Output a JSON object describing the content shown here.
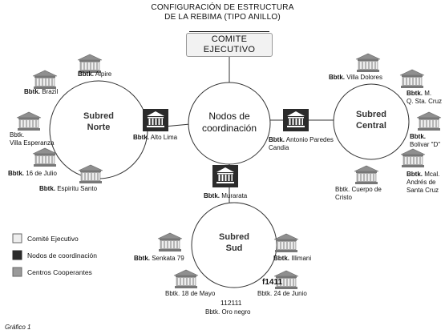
{
  "title": {
    "line1": "CONFIGURACIÓN DE ESTRUCTURA",
    "line2": "DE LA REBIMA (TIPO ANILLO)"
  },
  "comite": {
    "line1": "COMITE",
    "line2": "EJECUTIVO"
  },
  "circles": {
    "norte": {
      "line1": "Subred",
      "line2": "Norte"
    },
    "centro": {
      "line1": "Nodos de",
      "line2": "coordinación"
    },
    "central": {
      "line1": "Subred",
      "line2": "Central"
    },
    "sud": {
      "line1": "Subred",
      "line2": "Sud"
    }
  },
  "labels": {
    "alpire": {
      "prefix": "Bbtk.",
      "name": " Alpire"
    },
    "brazil": {
      "prefix": "Bbtk.",
      "name": " Brazil"
    },
    "esperanza": {
      "line1": "Bbtk.",
      "line2": "Villa Esperanza"
    },
    "julio16": {
      "prefix": "Bbtk.",
      "name": " 16 de Julio"
    },
    "espiritu": {
      "prefix": "Bbtk.",
      "name": " Espiritu Santo"
    },
    "altolima": {
      "prefix": "Bbtk.",
      "name": " Alto Lima"
    },
    "paredes": {
      "prefix": "Bbtk.",
      "name": " Antonio Paredes",
      "line2": "Candia"
    },
    "dolores": {
      "prefix": "Bbtk.",
      "name": " Villa Dolores"
    },
    "mqsta": {
      "prefix": "Bbtk.",
      "name": " M.",
      "line2": "Q. Sta. Cruz"
    },
    "bolivar": {
      "prefix": "Bbtk.",
      "line2": "Bolivar \"D\""
    },
    "mcal": {
      "prefix": "Bbtk.",
      "name": " Mcal.",
      "line2": "Andrés de",
      "line3": "Santa Cruz"
    },
    "cristo": {
      "line1": "Bbtk. Cuerpo de",
      "line2": "Cristo"
    },
    "murarata": {
      "prefix": "Bbtk.",
      "name": " Murarata"
    },
    "senkata": {
      "prefix": "Bbtk.",
      "name": " Senkata 79"
    },
    "illimani": {
      "prefix": "Bbtk.",
      "name": " Illimani"
    },
    "mayo18": {
      "prefix": "Bbtk.",
      "name": " 18 de Mayo"
    },
    "junio24": {
      "prefix": "Bbtk.",
      "name": " 24 de Junio"
    },
    "oronegro": {
      "prefix": "Bbtk.",
      "name": " Oro negro"
    }
  },
  "codes": {
    "c1": "f1411",
    "c2": "112111"
  },
  "legend": {
    "item1": "Comité Ejecutivo",
    "item2": "Nodos de coordinación",
    "item3": "Centros Cooperantes"
  },
  "caption": "Gráfico 1",
  "colors": {
    "node_dark": "#2b2b2b",
    "coop_gray": "#9a9a9a",
    "committee_light": "#eeeeee"
  }
}
